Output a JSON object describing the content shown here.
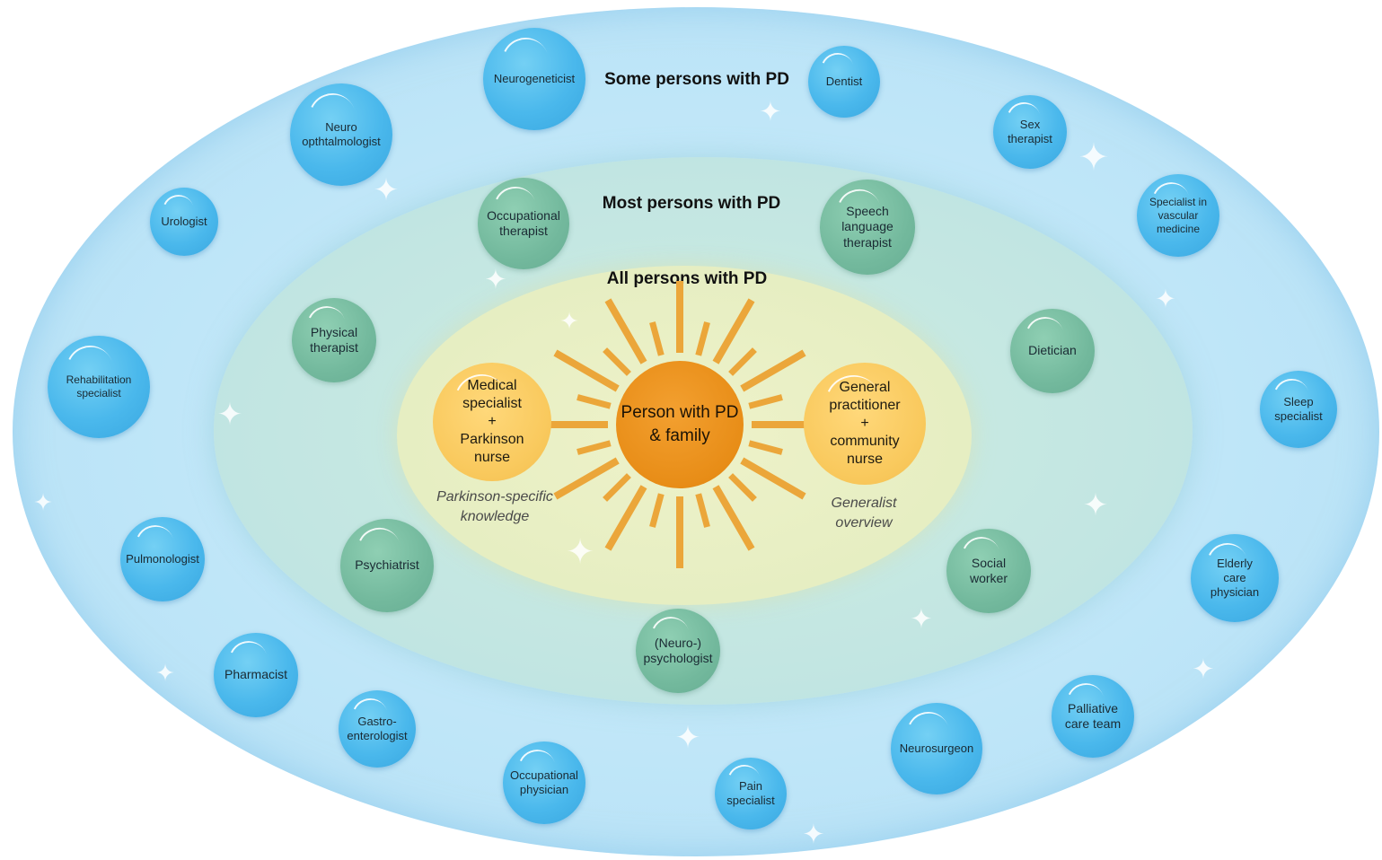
{
  "rings": {
    "outer": {
      "title": "Some persons with PD",
      "color": "#b2def5"
    },
    "middle": {
      "title": "Most persons with PD",
      "color": "#c3e6e2"
    },
    "inner": {
      "title": "All persons with PD",
      "color": "#e6eec2"
    }
  },
  "center": {
    "label": "Person with PD\n& family",
    "color": "#e88d17"
  },
  "inner_nodes": {
    "left": {
      "label": "Medical\nspecialist\n+\nParkinson\nnurse",
      "caption": "Parkinson-specific\nknowledge"
    },
    "right": {
      "label": "General\npractitioner\n+\ncommunity\nnurse",
      "caption": "Generalist\noverview"
    }
  },
  "middle_nodes": [
    {
      "label": "Occupational\ntherapist"
    },
    {
      "label": "Speech\nlanguage\ntherapist"
    },
    {
      "label": "Physical\ntherapist"
    },
    {
      "label": "Dietician"
    },
    {
      "label": "Psychiatrist"
    },
    {
      "label": "Social\nworker"
    },
    {
      "label": "(Neuro-)\npsychologist"
    }
  ],
  "outer_nodes": [
    {
      "label": "Neurogeneticist"
    },
    {
      "label": "Dentist"
    },
    {
      "label": "Neuro\nopthtalmologist"
    },
    {
      "label": "Sex\ntherapist"
    },
    {
      "label": "Urologist"
    },
    {
      "label": "Specialist in\nvascular\nmedicine"
    },
    {
      "label": "Rehabilitation\nspecialist"
    },
    {
      "label": "Sleep\nspecialist"
    },
    {
      "label": "Pulmonologist"
    },
    {
      "label": "Elderly\ncare\nphysician"
    },
    {
      "label": "Pharmacist"
    },
    {
      "label": "Gastro-\nenterologist"
    },
    {
      "label": "Occupational\nphysician"
    },
    {
      "label": "Pain\nspecialist"
    },
    {
      "label": "Neurosurgeon"
    },
    {
      "label": "Palliative\ncare team"
    }
  ]
}
